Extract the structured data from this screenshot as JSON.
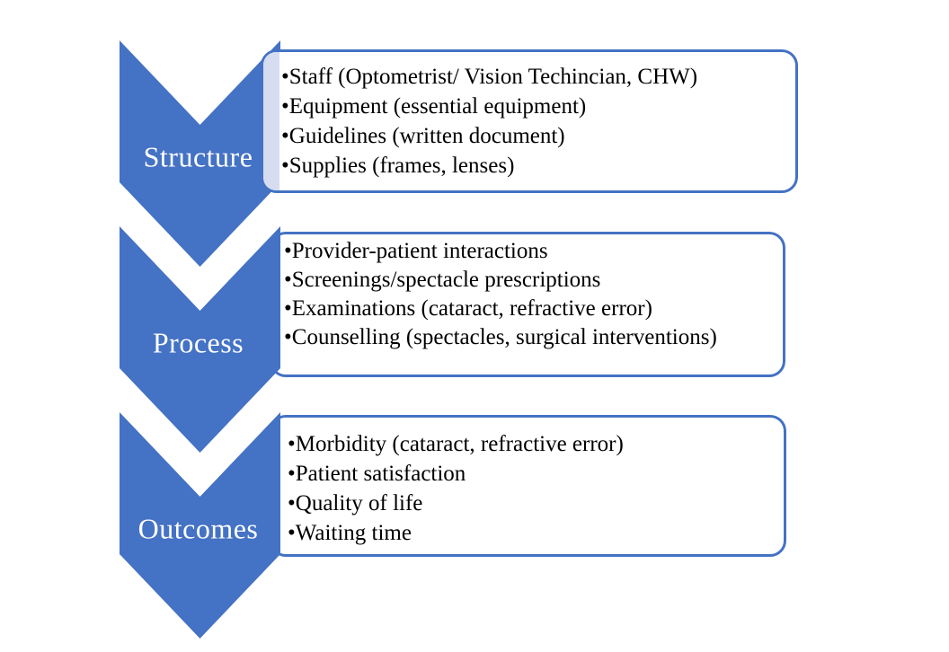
{
  "diagram": {
    "type": "vertical-chevron-list",
    "stages": [
      {
        "label": "Structure",
        "bullets": [
          "Staff (Optometrist/ Vision Techincian, CHW)",
          "Equipment (essential equipment)",
          "Guidelines (written document)",
          "Supplies (frames, lenses)"
        ]
      },
      {
        "label": "Process",
        "bullets": [
          "Provider-patient interactions",
          "Screenings/spectacle prescriptions",
          "Examinations (cataract, refractive error)",
          "Counselling (spectacles, surgical interventions)"
        ]
      },
      {
        "label": "Outcomes",
        "bullets": [
          "Morbidity (cataract, refractive error)",
          "Patient satisfaction",
          "Quality of life",
          "Waiting time"
        ]
      }
    ],
    "colors": {
      "chevron": "#4472C4",
      "box_border": "#4472C4",
      "strip": "#D6DDF0",
      "text": "#000000",
      "label_text": "#FFFFFF"
    }
  }
}
